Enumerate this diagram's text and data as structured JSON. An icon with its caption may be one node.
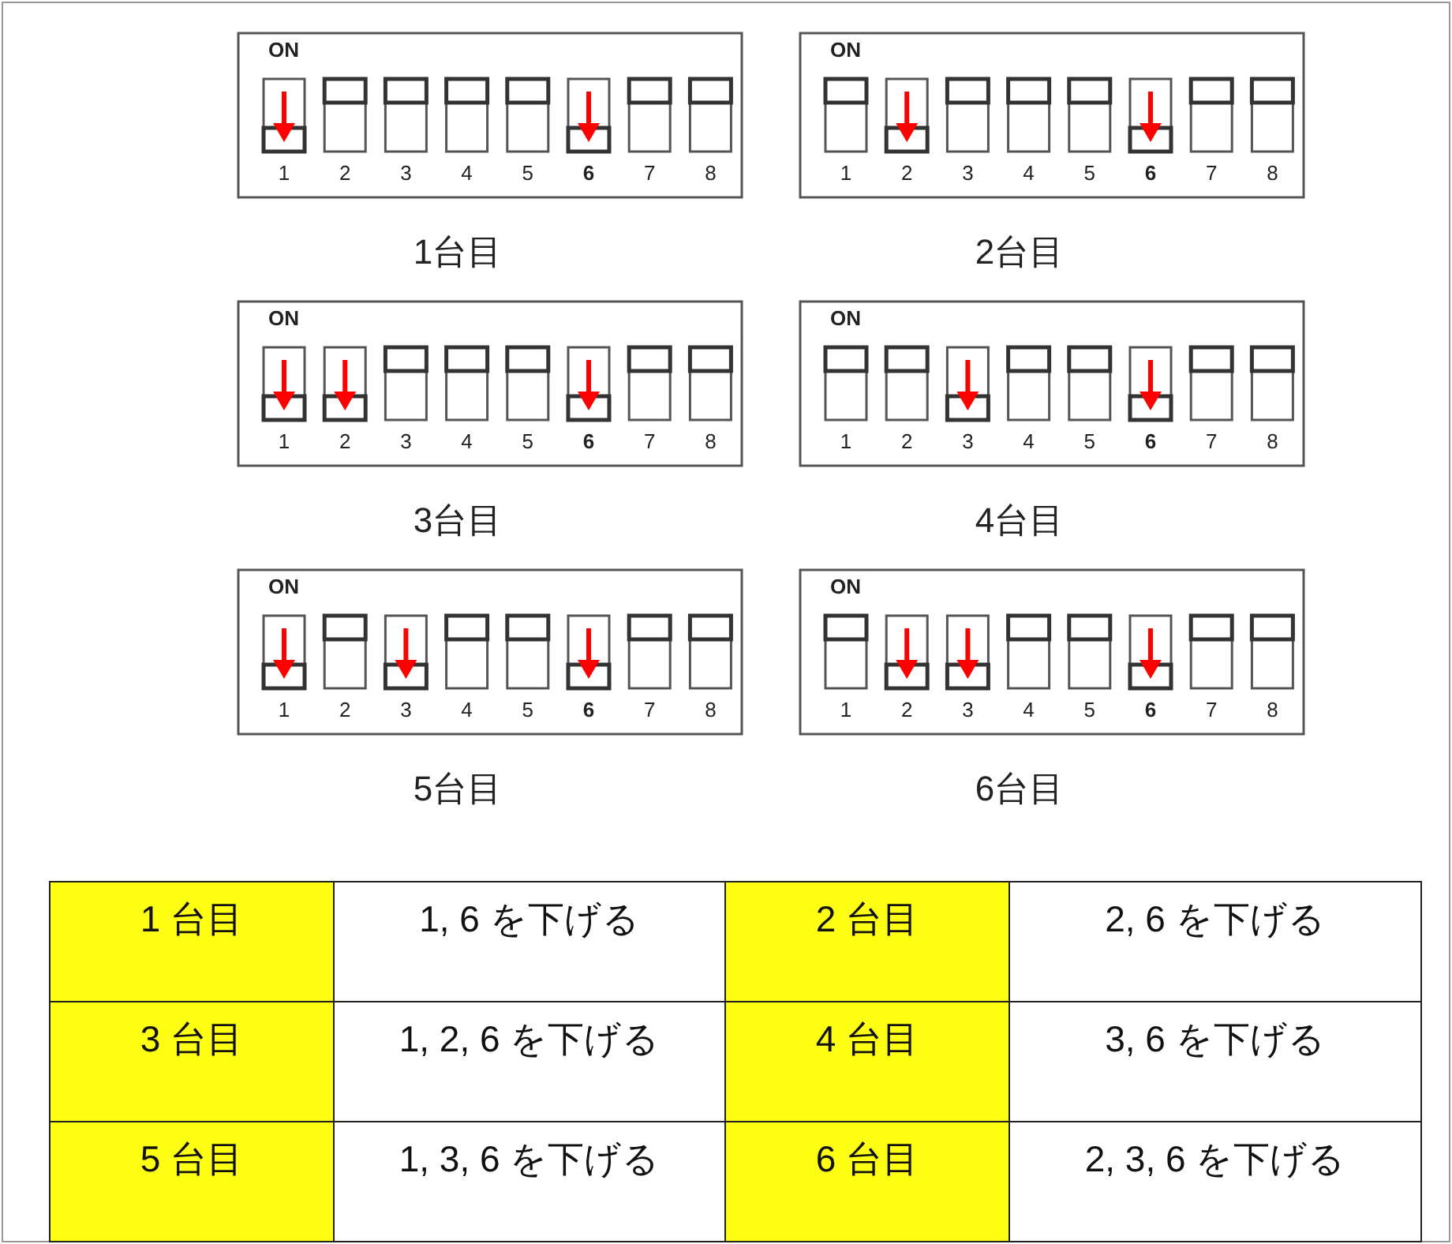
{
  "diagram": {
    "labels": [
      "ON",
      "1",
      "2",
      "3",
      "4",
      "5",
      "6",
      "7",
      "8",
      "ON",
      "1",
      "2",
      "3",
      "4",
      "5",
      "6",
      "7",
      "8",
      "1台目",
      "2台目",
      "ON",
      "1",
      "2",
      "3",
      "4",
      "5",
      "6",
      "7",
      "8",
      "ON",
      "1",
      "2",
      "3",
      "4",
      "5",
      "6",
      "7",
      "8",
      "3台目",
      "4台目",
      "ON",
      "1",
      "2",
      "3",
      "4",
      "5",
      "6",
      "7",
      "8",
      "ON",
      "1",
      "2",
      "3",
      "4",
      "5",
      "6",
      "7",
      "8",
      "5台目",
      "6台目",
      "1 台目",
      "1, 6 を下げる",
      "2 台目",
      "2, 6 を下げる",
      "3 台目",
      "1, 2, 6 を下げる",
      "4 台目",
      "3, 6 を下げる",
      "5 台目",
      "1, 3, 6 を下げる",
      "6 台目",
      "2, 3, 6 を下げる"
    ]
  }
}
